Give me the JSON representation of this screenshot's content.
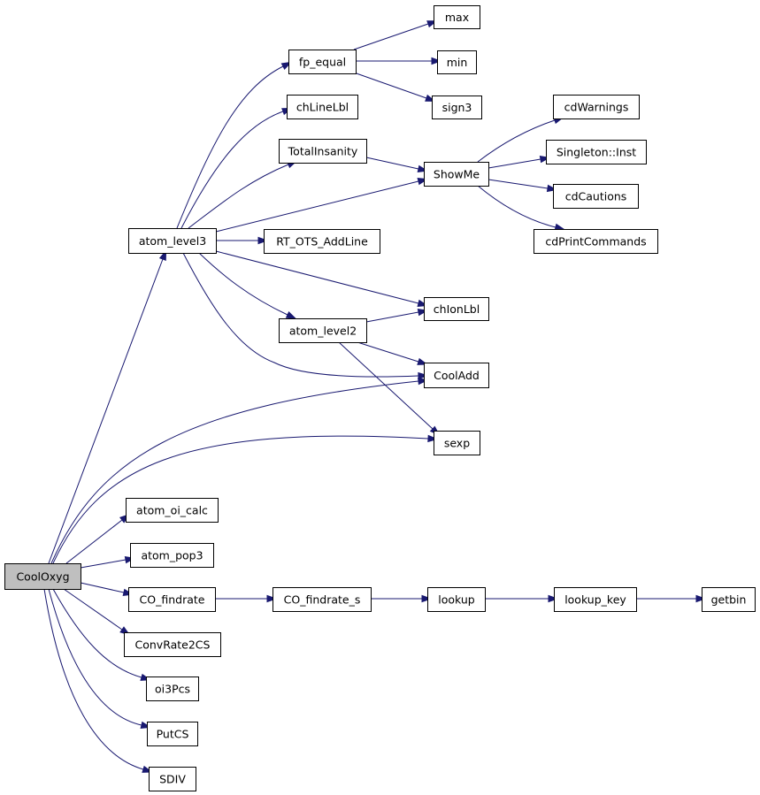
{
  "graph": {
    "title": "",
    "colors": {
      "edge": "#191970",
      "root_fill": "#bfbfbf",
      "node_fill": "#ffffff",
      "node_border": "#000000"
    },
    "nodes": [
      {
        "id": "CoolOxyg",
        "label": "CoolOxyg",
        "root": true
      },
      {
        "id": "atom_level3",
        "label": "atom_level3"
      },
      {
        "id": "fp_equal",
        "label": "fp_equal"
      },
      {
        "id": "max",
        "label": "max"
      },
      {
        "id": "min",
        "label": "min"
      },
      {
        "id": "sign3",
        "label": "sign3"
      },
      {
        "id": "chLineLbl",
        "label": "chLineLbl"
      },
      {
        "id": "TotalInsanity",
        "label": "TotalInsanity"
      },
      {
        "id": "ShowMe",
        "label": "ShowMe"
      },
      {
        "id": "cdWarnings",
        "label": "cdWarnings"
      },
      {
        "id": "SingletonInst",
        "label": "Singleton::Inst"
      },
      {
        "id": "cdCautions",
        "label": "cdCautions"
      },
      {
        "id": "cdPrintCommands",
        "label": "cdPrintCommands"
      },
      {
        "id": "RT_OTS_AddLine",
        "label": "RT_OTS_AddLine"
      },
      {
        "id": "chIonLbl",
        "label": "chIonLbl"
      },
      {
        "id": "atom_level2",
        "label": "atom_level2"
      },
      {
        "id": "CoolAdd",
        "label": "CoolAdd"
      },
      {
        "id": "sexp",
        "label": "sexp"
      },
      {
        "id": "atom_oi_calc",
        "label": "atom_oi_calc"
      },
      {
        "id": "atom_pop3",
        "label": "atom_pop3"
      },
      {
        "id": "CO_findrate",
        "label": "CO_findrate"
      },
      {
        "id": "CO_findrate_s",
        "label": "CO_findrate_s"
      },
      {
        "id": "lookup",
        "label": "lookup"
      },
      {
        "id": "lookup_key",
        "label": "lookup_key"
      },
      {
        "id": "getbin",
        "label": "getbin"
      },
      {
        "id": "ConvRate2CS",
        "label": "ConvRate2CS"
      },
      {
        "id": "oi3Pcs",
        "label": "oi3Pcs"
      },
      {
        "id": "PutCS",
        "label": "PutCS"
      },
      {
        "id": "SDIV",
        "label": "SDIV"
      }
    ],
    "edges": [
      {
        "from": "CoolOxyg",
        "to": "atom_level3"
      },
      {
        "from": "CoolOxyg",
        "to": "CoolAdd"
      },
      {
        "from": "CoolOxyg",
        "to": "sexp"
      },
      {
        "from": "CoolOxyg",
        "to": "atom_oi_calc"
      },
      {
        "from": "CoolOxyg",
        "to": "atom_pop3"
      },
      {
        "from": "CoolOxyg",
        "to": "CO_findrate"
      },
      {
        "from": "CoolOxyg",
        "to": "ConvRate2CS"
      },
      {
        "from": "CoolOxyg",
        "to": "oi3Pcs"
      },
      {
        "from": "CoolOxyg",
        "to": "PutCS"
      },
      {
        "from": "CoolOxyg",
        "to": "SDIV"
      },
      {
        "from": "atom_level3",
        "to": "fp_equal"
      },
      {
        "from": "atom_level3",
        "to": "chLineLbl"
      },
      {
        "from": "atom_level3",
        "to": "TotalInsanity"
      },
      {
        "from": "atom_level3",
        "to": "ShowMe"
      },
      {
        "from": "atom_level3",
        "to": "RT_OTS_AddLine"
      },
      {
        "from": "atom_level3",
        "to": "chIonLbl"
      },
      {
        "from": "atom_level3",
        "to": "atom_level2"
      },
      {
        "from": "atom_level3",
        "to": "CoolAdd"
      },
      {
        "from": "fp_equal",
        "to": "max"
      },
      {
        "from": "fp_equal",
        "to": "min"
      },
      {
        "from": "fp_equal",
        "to": "sign3"
      },
      {
        "from": "TotalInsanity",
        "to": "ShowMe"
      },
      {
        "from": "ShowMe",
        "to": "cdWarnings"
      },
      {
        "from": "ShowMe",
        "to": "SingletonInst"
      },
      {
        "from": "ShowMe",
        "to": "cdCautions"
      },
      {
        "from": "ShowMe",
        "to": "cdPrintCommands"
      },
      {
        "from": "atom_level2",
        "to": "chIonLbl"
      },
      {
        "from": "atom_level2",
        "to": "CoolAdd"
      },
      {
        "from": "atom_level2",
        "to": "sexp"
      },
      {
        "from": "CO_findrate",
        "to": "CO_findrate_s"
      },
      {
        "from": "CO_findrate_s",
        "to": "lookup"
      },
      {
        "from": "lookup",
        "to": "lookup_key"
      },
      {
        "from": "lookup_key",
        "to": "getbin"
      }
    ]
  }
}
